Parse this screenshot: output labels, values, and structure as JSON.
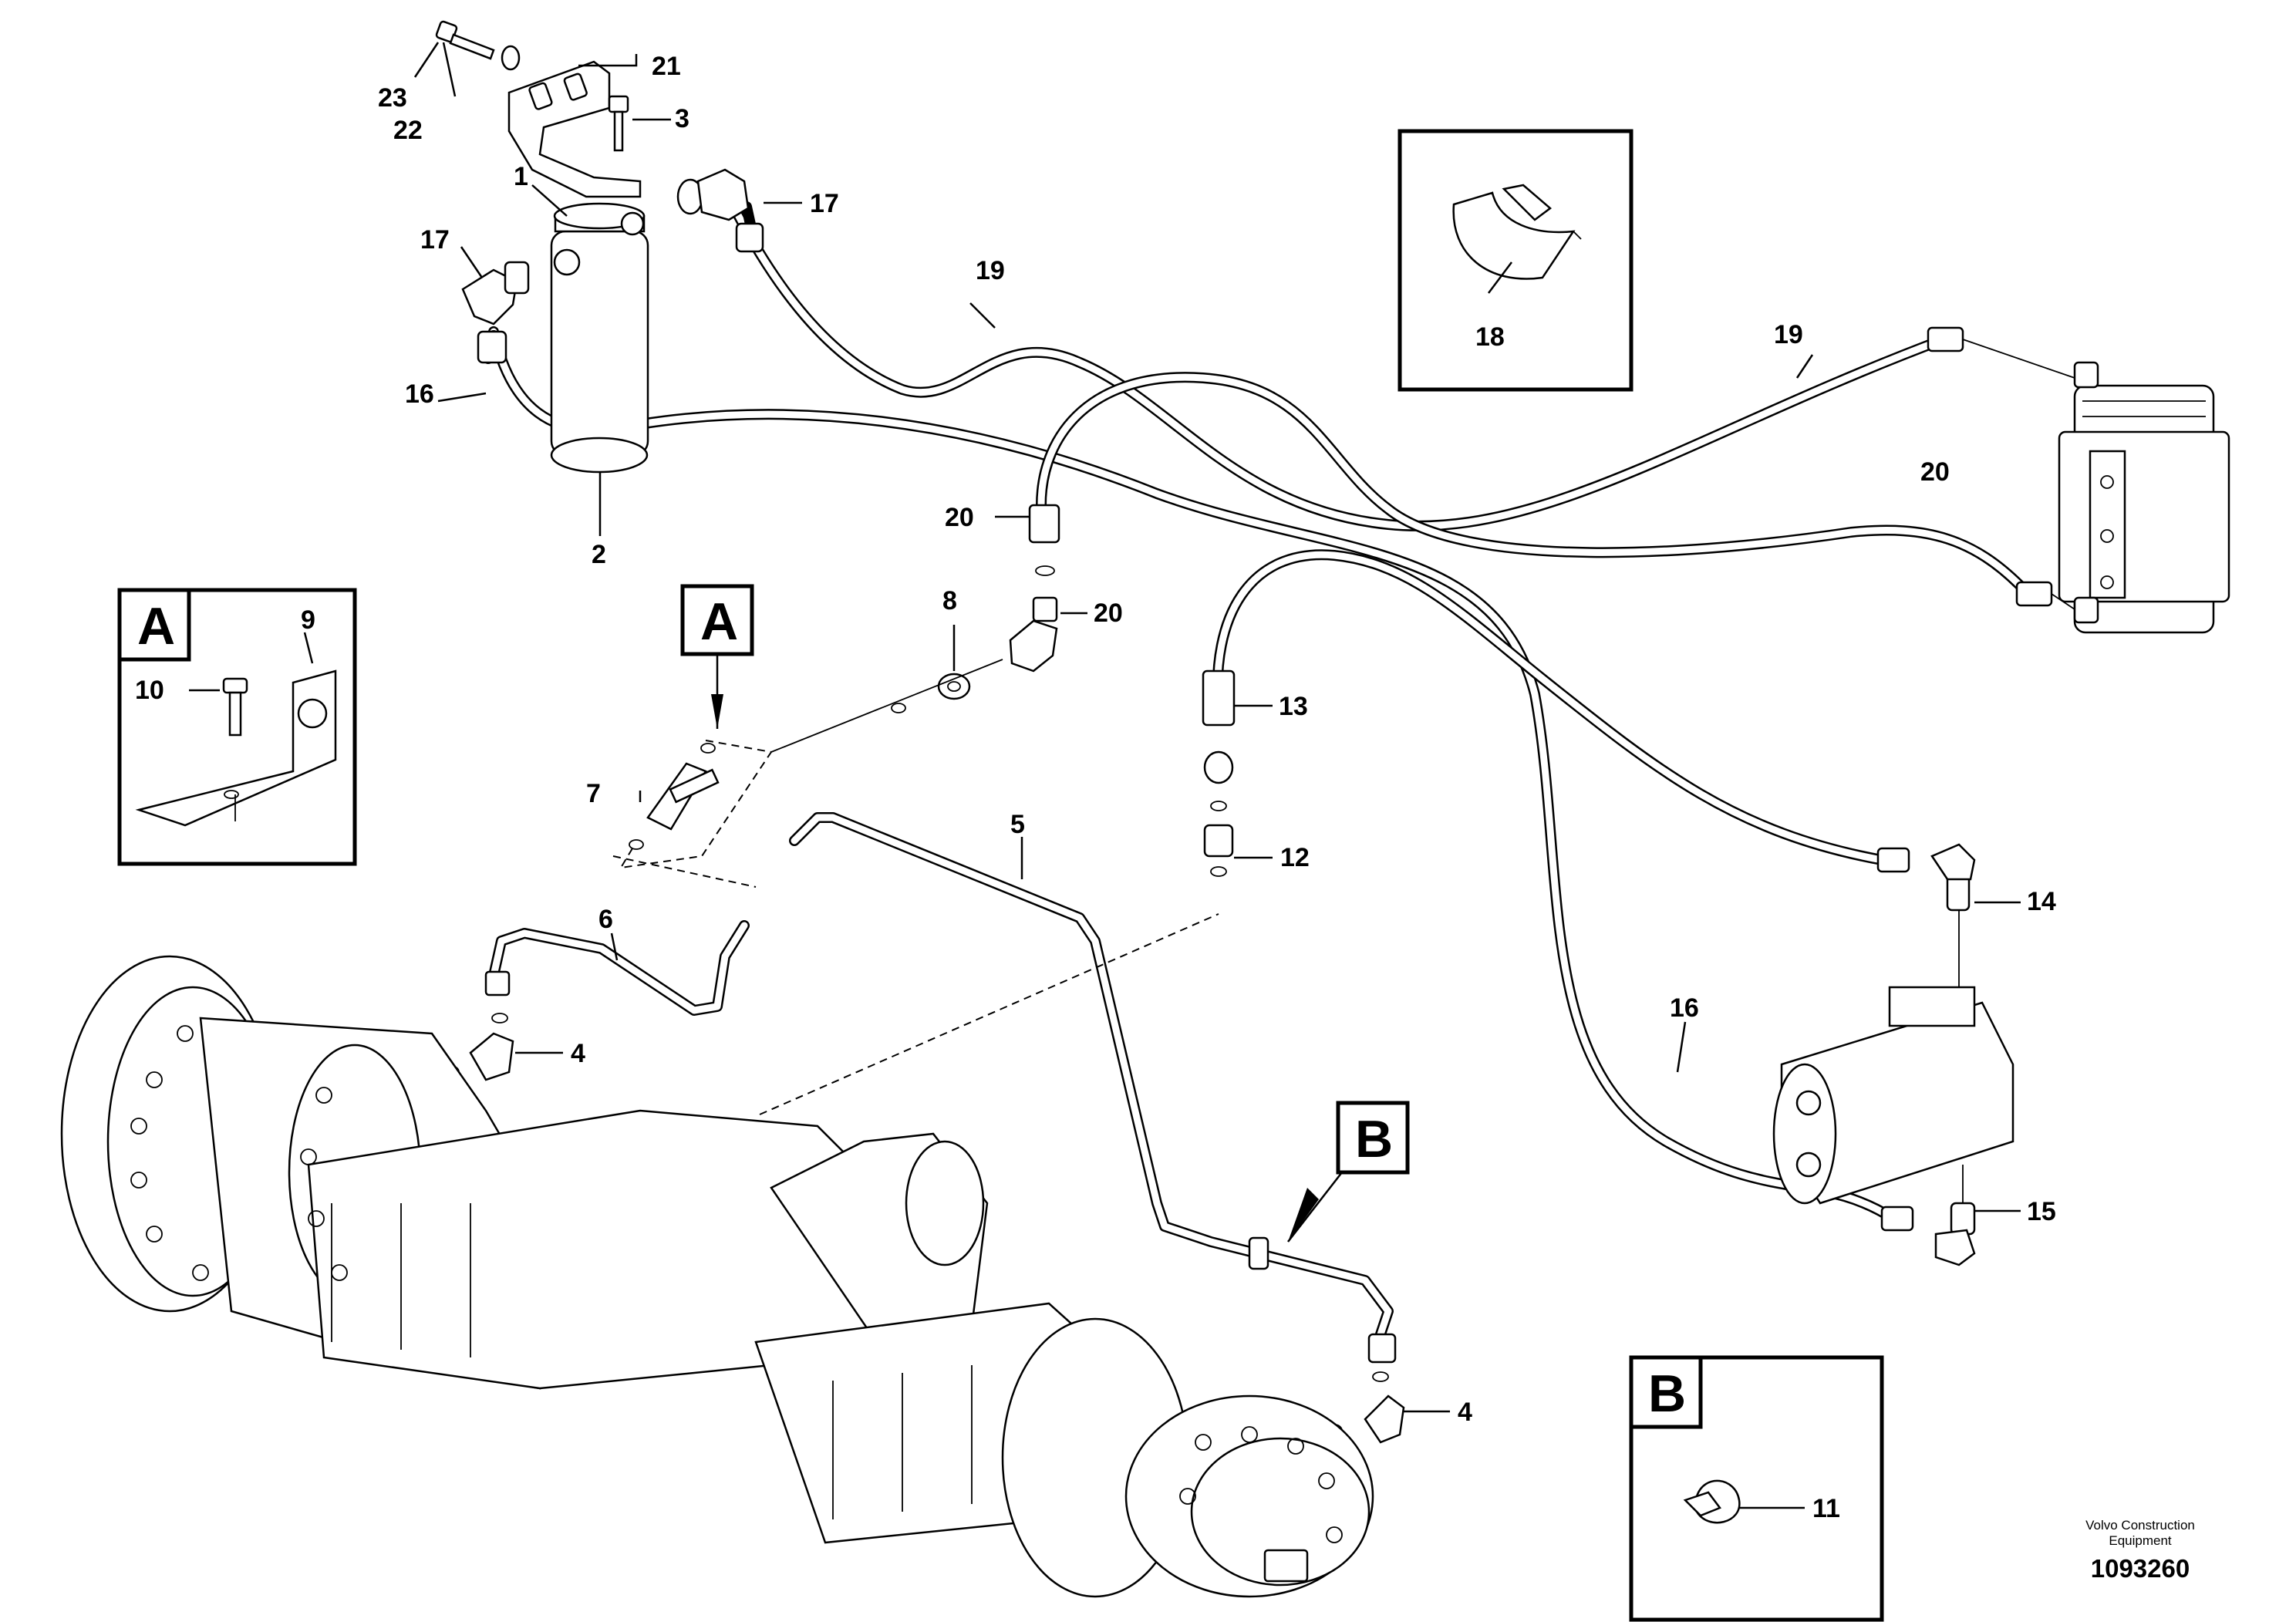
{
  "callouts": {
    "c1": "1",
    "c2": "2",
    "c3": "3",
    "c4a": "4",
    "c4b": "4",
    "c5": "5",
    "c6": "6",
    "c7": "7",
    "c8": "8",
    "c9": "9",
    "c10": "10",
    "c11": "11",
    "c12": "12",
    "c13": "13",
    "c14": "14",
    "c15": "15",
    "c16a": "16",
    "c16b": "16",
    "c17a": "17",
    "c17b": "17",
    "c18": "18",
    "c19a": "19",
    "c19b": "19",
    "c20a": "20",
    "c20b": "20",
    "c20c": "20",
    "c21": "21",
    "c22": "22",
    "c23": "23"
  },
  "detail_views": {
    "a_marker": "A",
    "a_inset": "A",
    "b_marker": "B",
    "b_inset": "B"
  },
  "credit": {
    "line1": "Volvo Construction",
    "line2": "Equipment",
    "number": "1093260"
  }
}
